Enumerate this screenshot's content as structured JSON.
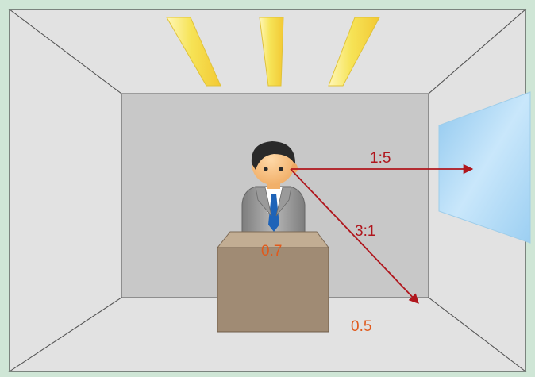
{
  "labels": {
    "window_ratio": "1:5",
    "floor_ratio": "3:1",
    "desk_reflectance": "0.7",
    "floor_reflectance": "0.5"
  },
  "colors": {
    "background": "#cfe6d6",
    "arrow": "#b0161d",
    "reflectance_text": "#e05a1c",
    "back_wall": "#c8c8c8",
    "side_walls": "#e2e2e2",
    "desk": "#a08b74",
    "lamp": "#f6e356",
    "window": "#a9d6f3"
  },
  "icons": [
    "ceiling-lamp-icon",
    "person-icon",
    "desk-icon",
    "window-icon"
  ]
}
